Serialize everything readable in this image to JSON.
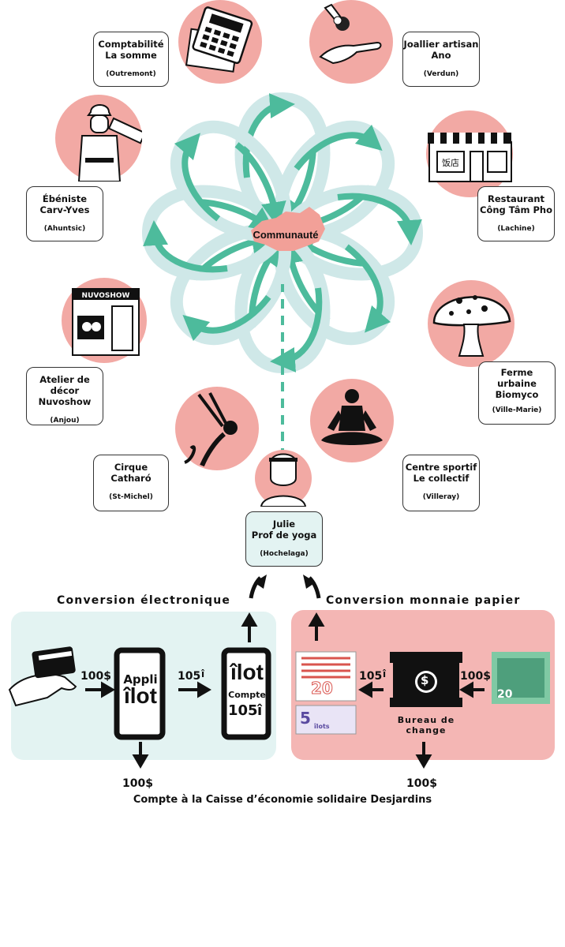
{
  "center": {
    "label": "Communauté"
  },
  "businesses": [
    {
      "name": "Comptabilité\nLa somme",
      "location": "(Outremont)"
    },
    {
      "name": "Joallier artisan\nAno",
      "location": "(Verdun)"
    },
    {
      "name": "Ébéniste\nCarv-Yves",
      "location": "(Ahuntsic)"
    },
    {
      "name": "Restaurant\nCông Tâm Pho",
      "location": "(Lachine)"
    },
    {
      "name": "Atelier de décor\nNuvoshow",
      "location": "(Anjou)"
    },
    {
      "name": "Ferme\nurbaine\nBiomyco",
      "location": "(Ville-Marie)"
    },
    {
      "name": "Cirque\nCatharó",
      "location": "(St-Michel)"
    },
    {
      "name": "Centre sportif\nLe collectif",
      "location": "(Villeray)"
    },
    {
      "name": "Julie\nProf de yoga",
      "location": "(Hochelaga)"
    }
  ],
  "signs": {
    "shop": "NUVOSHOW",
    "restaurant": "饭店"
  },
  "electronic": {
    "title": "Conversion électronique",
    "amount_in": "100$",
    "amount_out": "105",
    "app_line1": "Appli",
    "app_line2": "îlot",
    "account_line1": "îlot",
    "account_line2": "Compte",
    "account_line3": "105",
    "bank_amount": "100$"
  },
  "paper": {
    "title": "Conversion monnaie papier",
    "amount_in": "100$",
    "amount_out": "105",
    "exchange_label": "Bureau de\nchange",
    "bank_amount": "100$",
    "note_big": "20",
    "note_small": "5",
    "note_unit": "îlots",
    "cad_note": "20"
  },
  "bank": {
    "label": "Compte à la Caisse d’économie solidaire Desjardins"
  },
  "colors": {
    "teal": "#4dbb9c",
    "light_teal": "#cfe8e8",
    "pink": "#f2a9a4",
    "panel_left": "#e3f3f2",
    "panel_right": "#f4b6b4"
  }
}
